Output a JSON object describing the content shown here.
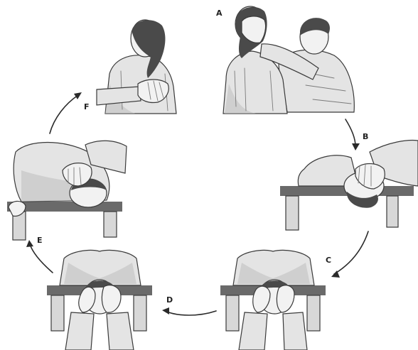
{
  "steps": [
    {
      "id": "A",
      "label": "A"
    },
    {
      "id": "B",
      "label": "B"
    },
    {
      "id": "C",
      "label": "C"
    },
    {
      "id": "D",
      "label": "D"
    },
    {
      "id": "E",
      "label": "E"
    },
    {
      "id": "F",
      "label": "F"
    }
  ],
  "colors": {
    "pencil": "#3a3a3a",
    "table_top": "#6a6a6a",
    "hair": "#4a4a4a"
  }
}
